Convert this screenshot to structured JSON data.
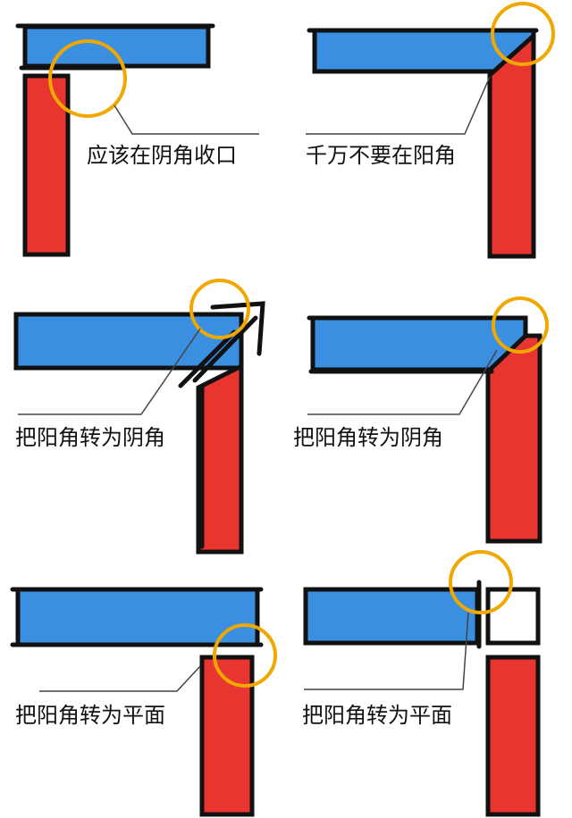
{
  "colors": {
    "board_blue": "#3b8fe0",
    "board_red": "#e8352f",
    "highlight_ring": "#f0a800",
    "outline": "#111111"
  },
  "panels": [
    {
      "caption": "应该在阴角收口"
    },
    {
      "caption": "千万不要在阳角"
    },
    {
      "caption": "把阳角转为阴角"
    },
    {
      "caption": "把阳角转为阴角"
    },
    {
      "caption": "把阳角转为平面"
    },
    {
      "caption": "把阳角转为平面"
    }
  ]
}
